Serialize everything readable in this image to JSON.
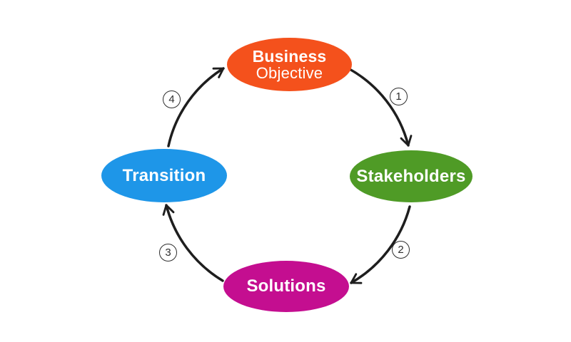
{
  "diagram": {
    "background": "#ffffff",
    "arrow_color": "#1e1e1e",
    "nodes": {
      "business": {
        "line1": "Business",
        "line2": "Objective",
        "color": "#f4511c",
        "text_color": "#ffffff"
      },
      "stakeholders": {
        "label": "Stakeholders",
        "color": "#4f9b26",
        "text_color": "#ffffff"
      },
      "solutions": {
        "label": "Solutions",
        "color": "#c40e90",
        "text_color": "#ffffff"
      },
      "transition": {
        "label": "Transition",
        "color": "#1e96e8",
        "text_color": "#ffffff"
      }
    },
    "steps": {
      "s1": {
        "number": "1"
      },
      "s2": {
        "number": "2"
      },
      "s3": {
        "number": "3"
      },
      "s4": {
        "number": "4"
      }
    }
  }
}
